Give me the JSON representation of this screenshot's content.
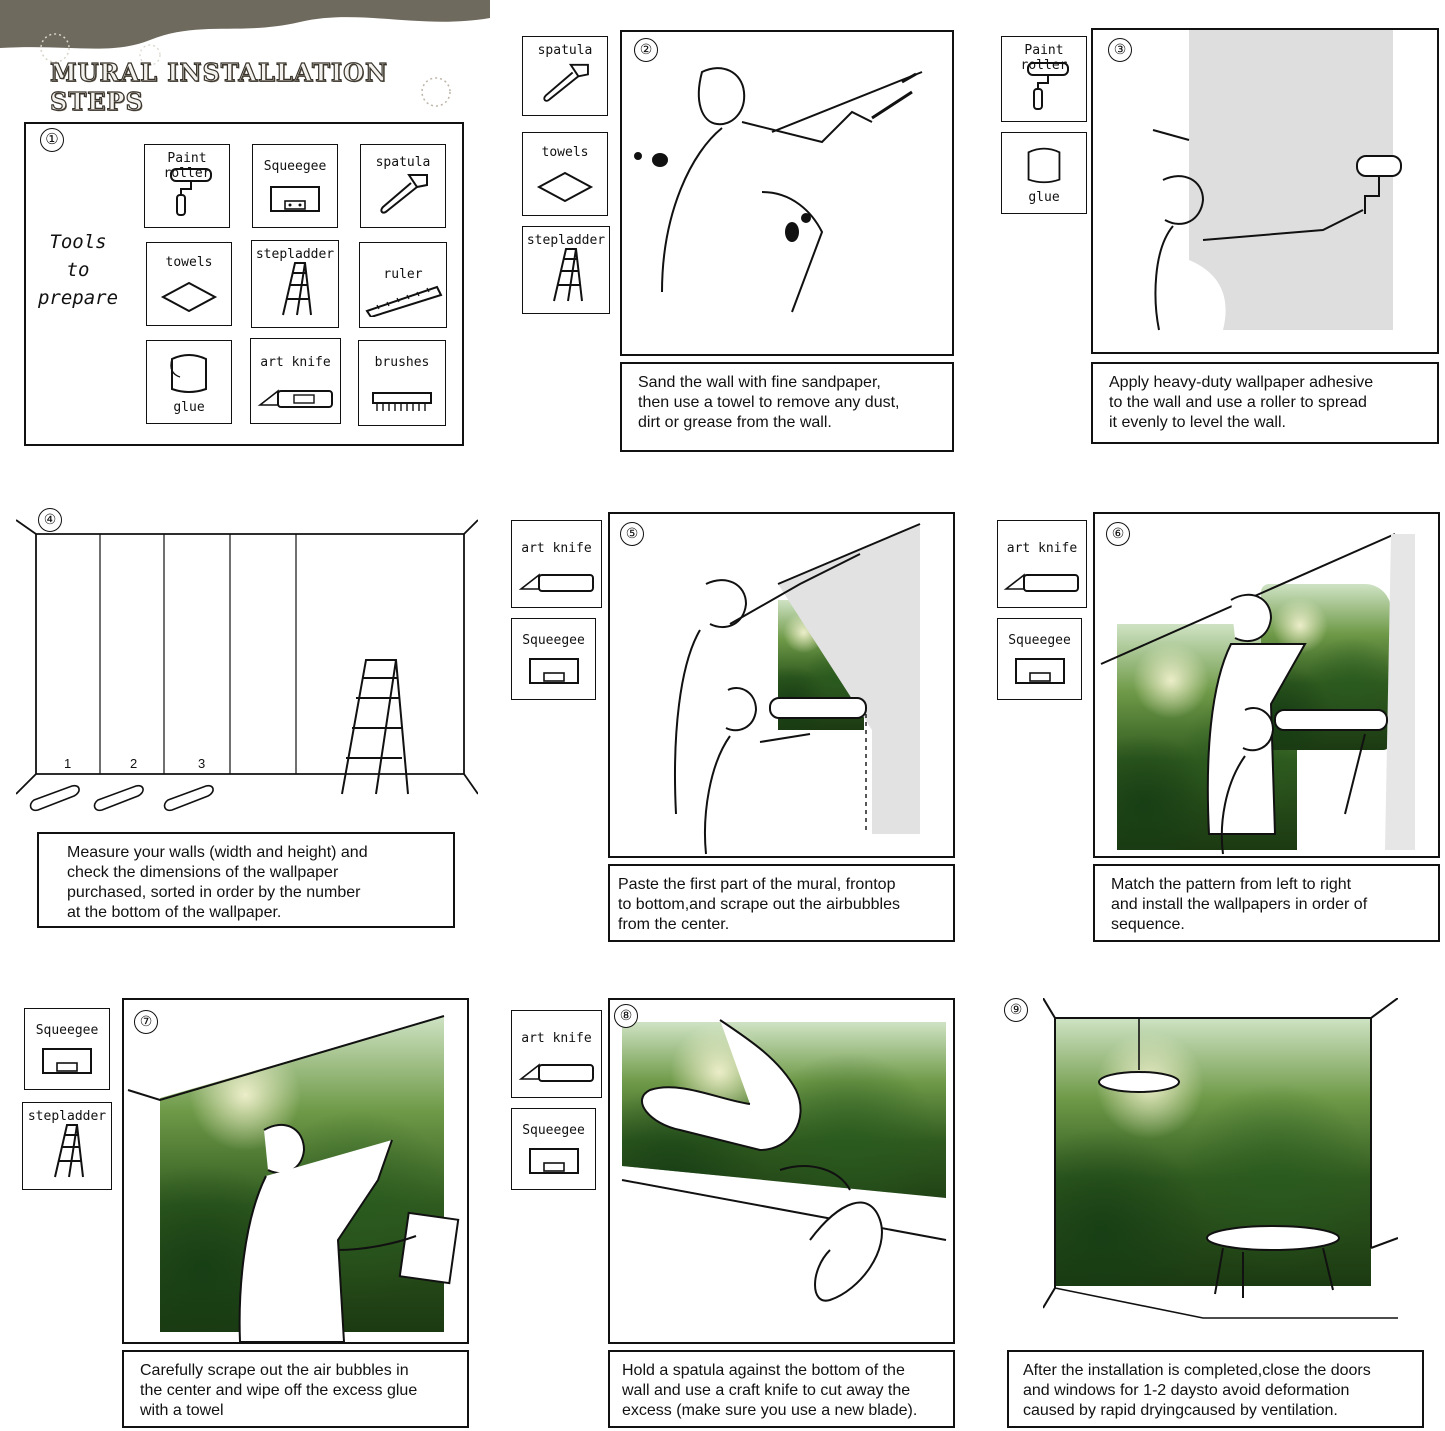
{
  "header": {
    "title": "MURAL INSTALLATION STEPS"
  },
  "step1": {
    "number": "①",
    "heading_lines": [
      "Tools",
      "to",
      "prepare"
    ],
    "tools": [
      {
        "label": "Paint roller",
        "icon": "paint-roller-icon"
      },
      {
        "label": "Squeegee",
        "icon": "squeegee-icon"
      },
      {
        "label": "spatula",
        "icon": "spatula-icon"
      },
      {
        "label": "towels",
        "icon": "towel-icon"
      },
      {
        "label": "stepladder",
        "icon": "stepladder-icon"
      },
      {
        "label": "ruler",
        "icon": "ruler-icon"
      },
      {
        "label": "glue",
        "icon": "glue-bucket-icon"
      },
      {
        "label": "art knife",
        "icon": "art-knife-icon"
      },
      {
        "label": "brushes",
        "icon": "brush-icon"
      }
    ]
  },
  "step2": {
    "number": "②",
    "tools": [
      "spatula",
      "towels",
      "stepladder"
    ],
    "caption": "Sand the wall with fine sandpaper,\nthen use a towel to remove any dust,\ndirt or grease from the wall."
  },
  "step3": {
    "number": "③",
    "tools": [
      "Paint roller",
      "glue"
    ],
    "caption": "Apply heavy-duty wallpaper adhesive\nto the wall and use a roller to spread\nit evenly to level the wall."
  },
  "step4": {
    "number": "④",
    "roll_numbers": [
      "1",
      "2",
      "3"
    ],
    "caption": "Measure your walls (width and height) and\ncheck the dimensions of the wallpaper\npurchased, sorted in order by the number\nat the bottom of the wallpaper."
  },
  "step5": {
    "number": "⑤",
    "tools": [
      "art knife",
      "Squeegee"
    ],
    "caption": "Paste the first part of the mural, frontop\n to bottom,and scrape out the airbubbles\n from the center."
  },
  "step6": {
    "number": "⑥",
    "tools": [
      "art knife",
      "Squeegee"
    ],
    "caption": "Match the pattern from left to right\nand install the wallpapers in order of\n sequence."
  },
  "step7": {
    "number": "⑦",
    "tools": [
      "Squeegee",
      "stepladder"
    ],
    "caption": "Carefully scrape out the air bubbles in\nthe center and wipe off the excess glue\n with a towel"
  },
  "step8": {
    "number": "⑧",
    "tools": [
      "art knife",
      "Squeegee"
    ],
    "caption": "Hold a spatula against the bottom of the\nwall and use a craft knife to cut away the\nexcess (make sure you use a new blade)."
  },
  "step9": {
    "number": "⑨",
    "caption": "After the installation is completed,close the doors\n and windows for 1-2 daysto avoid deformation\ncaused by rapid dryingcaused by ventilation."
  },
  "colors": {
    "banner": "#6f6a5e",
    "ink": "#111111",
    "jungle": "#2f5a1f"
  }
}
